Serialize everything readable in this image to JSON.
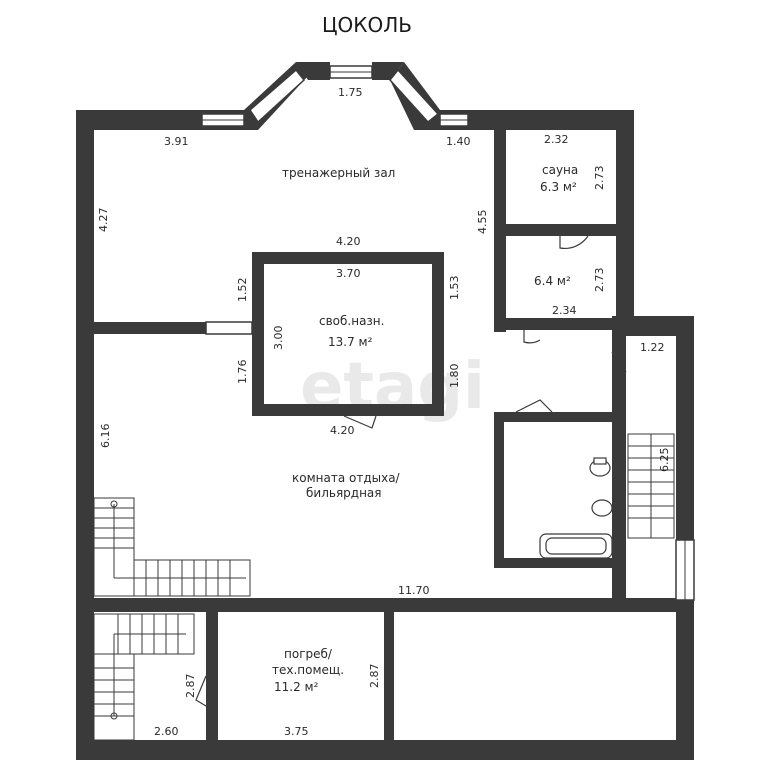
{
  "title": "ЦОКОЛЬ",
  "watermark": "etagi",
  "rooms": {
    "gym": "тренажерный зал",
    "sauna_name": "сауна",
    "sauna_area": "6.3 м²",
    "room2_area": "6.4 м²",
    "free_name": "своб.назн.",
    "free_area": "13.7 м²",
    "rest_line1": "комната отдыха/",
    "rest_line2": "бильярдная",
    "cellar_line1": "погреб/",
    "cellar_line2": "тех.помещ.",
    "cellar_area": "11.2 м²"
  },
  "dims": {
    "d175": "1.75",
    "d391": "3.91",
    "d140": "1.40",
    "d232": "2.32",
    "d273a": "2.73",
    "d427": "4.27",
    "d455": "4.55",
    "d420top": "4.20",
    "d370": "3.70",
    "d152": "1.52",
    "d153": "1.53",
    "d273b": "2.73",
    "d234": "2.34",
    "d300": "3.00",
    "d122": "1.22",
    "d176": "1.76",
    "d180": "1.80",
    "d420bot": "4.20",
    "d616": "6.16",
    "d625": "6.25",
    "d1170": "11.70",
    "d287a": "2.87",
    "d287b": "2.87",
    "d260": "2.60",
    "d375": "3.75"
  }
}
